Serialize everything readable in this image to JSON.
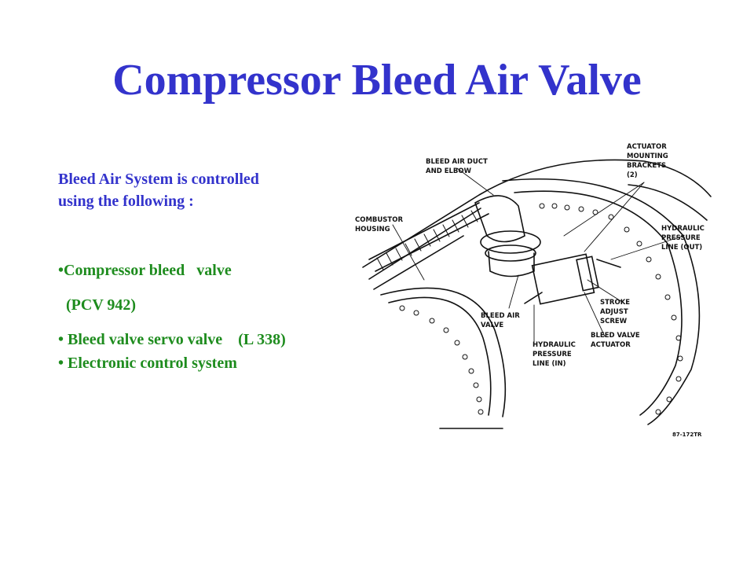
{
  "slide": {
    "title": "Compressor Bleed Air Valve",
    "intro_lines": [
      "Bleed Air System is controlled",
      "using the following :"
    ],
    "bullets": [
      "•Compressor bleed   valve",
      "  (PCV 942)",
      "• Bleed valve servo valve    (L 338)",
      "• Electronic control system"
    ],
    "colors": {
      "title": "#3333cc",
      "intro": "#3333cc",
      "bullets": "#1e8c1e"
    }
  },
  "diagram": {
    "labels": {
      "actuator_brackets_1": "ACTUATOR",
      "actuator_brackets_2": "MOUNTING",
      "actuator_brackets_3": "BRACKETS",
      "actuator_brackets_4": "(2)",
      "bleed_duct_1": "BLEED AIR DUCT",
      "bleed_duct_2": "AND ELBOW",
      "combustor_1": "COMBUSTOR",
      "combustor_2": "HOUSING",
      "hyd_out_1": "HYDRAULIC",
      "hyd_out_2": "PRESSURE",
      "hyd_out_3": "LINE (OUT)",
      "bleed_valve_1": "BLEED AIR",
      "bleed_valve_2": "VALVE",
      "stroke_1": "STROKE",
      "stroke_2": "ADJUST",
      "stroke_3": "SCREW",
      "actuator_1": "BLEED VALVE",
      "actuator_2": "ACTUATOR",
      "hyd_in_1": "HYDRAULIC",
      "hyd_in_2": "PRESSURE",
      "hyd_in_3": "LINE (IN)",
      "figure_code": "87-172TR"
    }
  }
}
